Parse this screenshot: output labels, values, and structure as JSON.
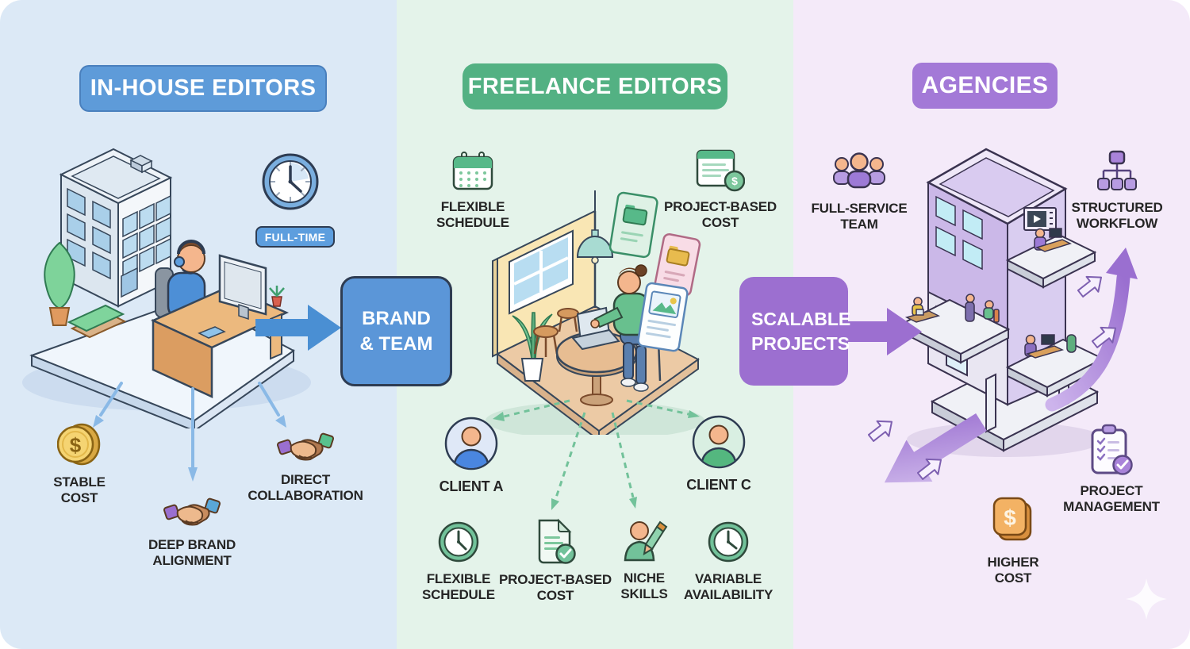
{
  "glyphs": {
    "dollar": "$"
  },
  "columns": {
    "inhouse": {
      "title": "IN-HOUSE EDITORS",
      "badge": "FULL-TIME",
      "flow_box": {
        "line1": "BRAND",
        "line2": "& TEAM"
      },
      "benefits": [
        {
          "label": "STABLE COST",
          "icon": "coin-icon"
        },
        {
          "label": "DEEP BRAND ALIGNMENT",
          "icon": "handshake-icon"
        },
        {
          "label": "DIRECT COLLABORATION",
          "icon": "handshake-icon"
        }
      ],
      "colors": {
        "background": "#dce9f6",
        "header": "#5e9bd9",
        "flow_box": "#5b96d8",
        "arrow": "#4a8fd3"
      }
    },
    "freelance": {
      "title": "FREELANCE EDITORS",
      "top_features": [
        {
          "label": "FLEXIBLE SCHEDULE",
          "icon": "calendar-icon"
        },
        {
          "label": "PROJECT-BASED COST",
          "icon": "invoice-dollar-icon"
        }
      ],
      "clients": [
        {
          "label": "CLIENT A",
          "icon": "person-avatar-icon"
        },
        {
          "label": "CLIENT C",
          "icon": "person-avatar-icon"
        }
      ],
      "bottom_features": [
        {
          "label": "FLEXIBLE SCHEDULE",
          "icon": "clock-icon"
        },
        {
          "label": "PROJECT-BASED COST",
          "icon": "document-check-icon"
        },
        {
          "label": "NICHE SKILLS",
          "icon": "editor-pencil-icon"
        },
        {
          "label": "VARIABLE AVAILABILITY",
          "icon": "clock-icon"
        }
      ],
      "colors": {
        "background": "#e4f3ea",
        "header": "#53b183",
        "arrow": "#72c29a"
      }
    },
    "agencies": {
      "title": "AGENCIES",
      "top_features": [
        {
          "label": "FULL-SERVICE TEAM",
          "icon": "team-icon"
        },
        {
          "label": "STRUCTURED WORKFLOW",
          "icon": "org-chart-icon"
        }
      ],
      "flow_box": {
        "line1": "SCALABLE",
        "line2": "PROJECTS"
      },
      "considerations": [
        {
          "label": "PROJECT MANAGEMENT",
          "icon": "clipboard-check-icon"
        },
        {
          "label": "HIGHER COST",
          "icon": "dollar-square-icon"
        }
      ],
      "colors": {
        "background": "#f4eaf9",
        "header": "#a379d7",
        "flow_box": "#9c6fd0",
        "arrow": "#a87fd8"
      }
    }
  }
}
